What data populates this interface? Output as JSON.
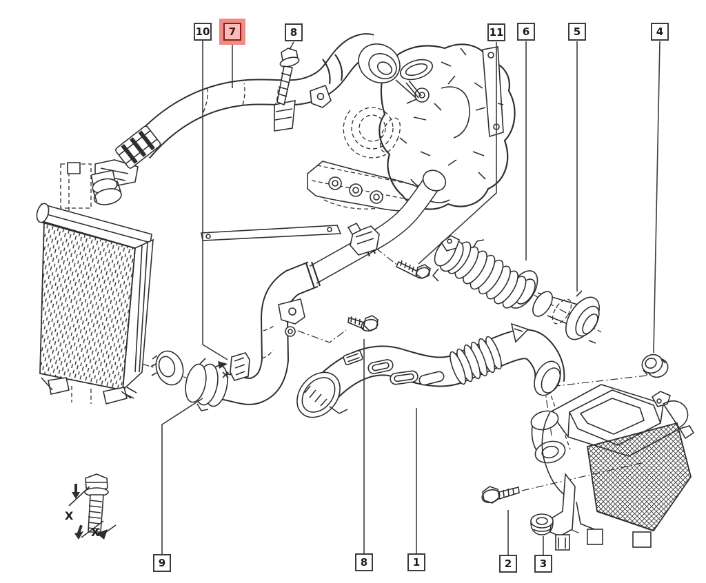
{
  "callouts": [
    {
      "label": "10",
      "highlighted": false
    },
    {
      "label": "7",
      "highlighted": true
    },
    {
      "label": "8",
      "highlighted": false
    },
    {
      "label": "11",
      "highlighted": false
    },
    {
      "label": "6",
      "highlighted": false
    },
    {
      "label": "5",
      "highlighted": false
    },
    {
      "label": "4",
      "highlighted": false
    },
    {
      "label": "9",
      "highlighted": false
    },
    {
      "label": "8",
      "highlighted": false
    },
    {
      "label": "1",
      "highlighted": false
    },
    {
      "label": "2",
      "highlighted": false
    },
    {
      "label": "3",
      "highlighted": false
    }
  ],
  "legend": {
    "mark1": "X",
    "mark2": "X"
  },
  "colors": {
    "background": "#ffffff",
    "line": "#2e2e2e",
    "highlight_fill": "#ef8c88",
    "highlight_border": "#8f1d15",
    "highlight_text": "#550c05"
  }
}
